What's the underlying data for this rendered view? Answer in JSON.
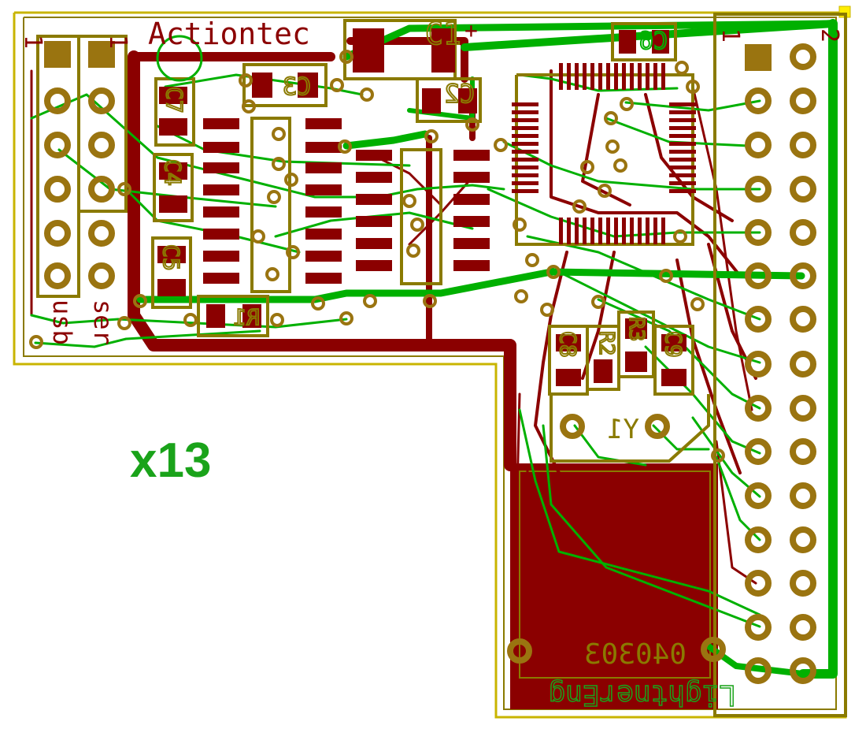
{
  "canvas": {
    "title": "",
    "background": "#ffffff"
  },
  "colors": {
    "copper_top": "#8b0000",
    "copper_bottom": "#00b000",
    "silk": "#8a7a00",
    "outline": "#c8b400",
    "pad": "#9a7410",
    "text_green": "#1aa31a"
  },
  "labels": {
    "brand": "Actiontec",
    "multiplier": "x13",
    "date_code": "040303",
    "footer_name": "LightnerEng",
    "header_pin1_left": "1",
    "header_pin1_right": "1",
    "usb_label": "usb",
    "ser_label": "ser",
    "plus_sign": "+",
    "conn_pin1": "1",
    "conn_pin2": "2"
  },
  "components": {
    "c1": "C1",
    "c2": "C2",
    "c3": "C3",
    "c4": "C4",
    "c5": "C5",
    "c6": "C6",
    "c7": "C7",
    "c8": "C8",
    "c9": "C9",
    "r1": "R1",
    "r2": "R2",
    "r3": "R3",
    "y1": "Y1"
  }
}
